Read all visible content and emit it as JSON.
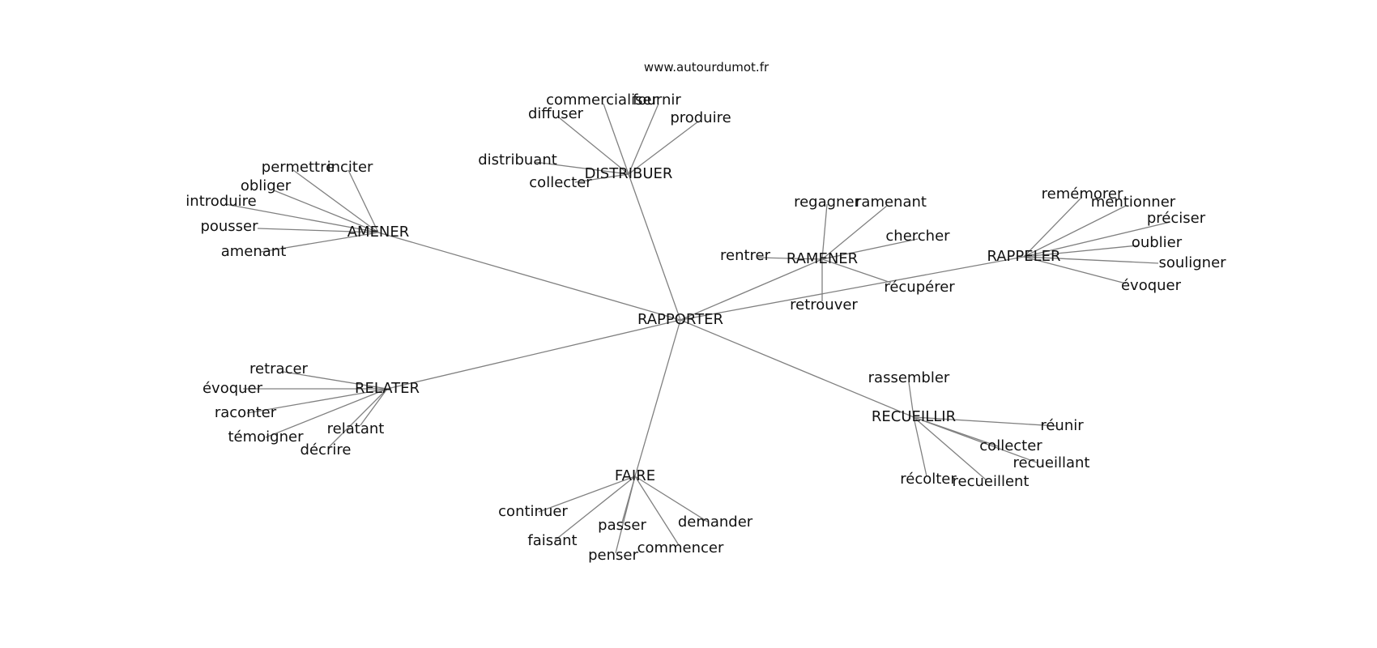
{
  "header": {
    "source": "www.autourdumot.fr"
  },
  "diagram": {
    "root": "RAPPORTER",
    "groups": [
      {
        "name": "AMENER",
        "words": [
          "permettre",
          "inciter",
          "obliger",
          "introduire",
          "pousser",
          "amenant"
        ]
      },
      {
        "name": "DISTRIBUER",
        "words": [
          "commercialiser",
          "fournir",
          "diffuser",
          "produire",
          "distribuant",
          "collecter"
        ]
      },
      {
        "name": "RAMENER",
        "words": [
          "regagner",
          "ramenant",
          "chercher",
          "rentrer",
          "récupérer",
          "retrouver"
        ]
      },
      {
        "name": "RAPPELER",
        "words": [
          "remémorer",
          "mentionner",
          "préciser",
          "oublier",
          "souligner",
          "évoquer"
        ]
      },
      {
        "name": "RELATER",
        "words": [
          "retracer",
          "évoquer",
          "raconter",
          "témoigner",
          "relatant",
          "décrire"
        ]
      },
      {
        "name": "RECUEILLIR",
        "words": [
          "rassembler",
          "réunir",
          "collecter",
          "recueillant",
          "récolter",
          "recueillent"
        ]
      },
      {
        "name": "FAIRE",
        "words": [
          "continuer",
          "faisant",
          "passer",
          "demander",
          "penser",
          "commencer"
        ]
      }
    ]
  }
}
